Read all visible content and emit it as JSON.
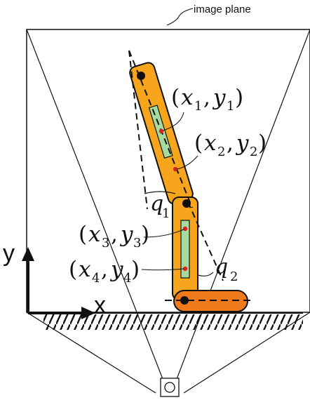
{
  "image_plane_label": "image plane",
  "axes": {
    "x_label": "x",
    "y_label": "y"
  },
  "joint_labels": {
    "q1": {
      "name": "q",
      "sub": "1"
    },
    "q2": {
      "name": "q",
      "sub": "2"
    }
  },
  "points": [
    {
      "xs": "1",
      "ys": "1"
    },
    {
      "xs": "2",
      "ys": "2"
    },
    {
      "xs": "3",
      "ys": "3"
    },
    {
      "xs": "4",
      "ys": "4"
    }
  ],
  "colors": {
    "link_fill": "#f7a51c",
    "base_fill": "#ee7a1c",
    "marker_fill": "#a6dba0",
    "point_red": "#e0211b",
    "outline": "#111111"
  }
}
